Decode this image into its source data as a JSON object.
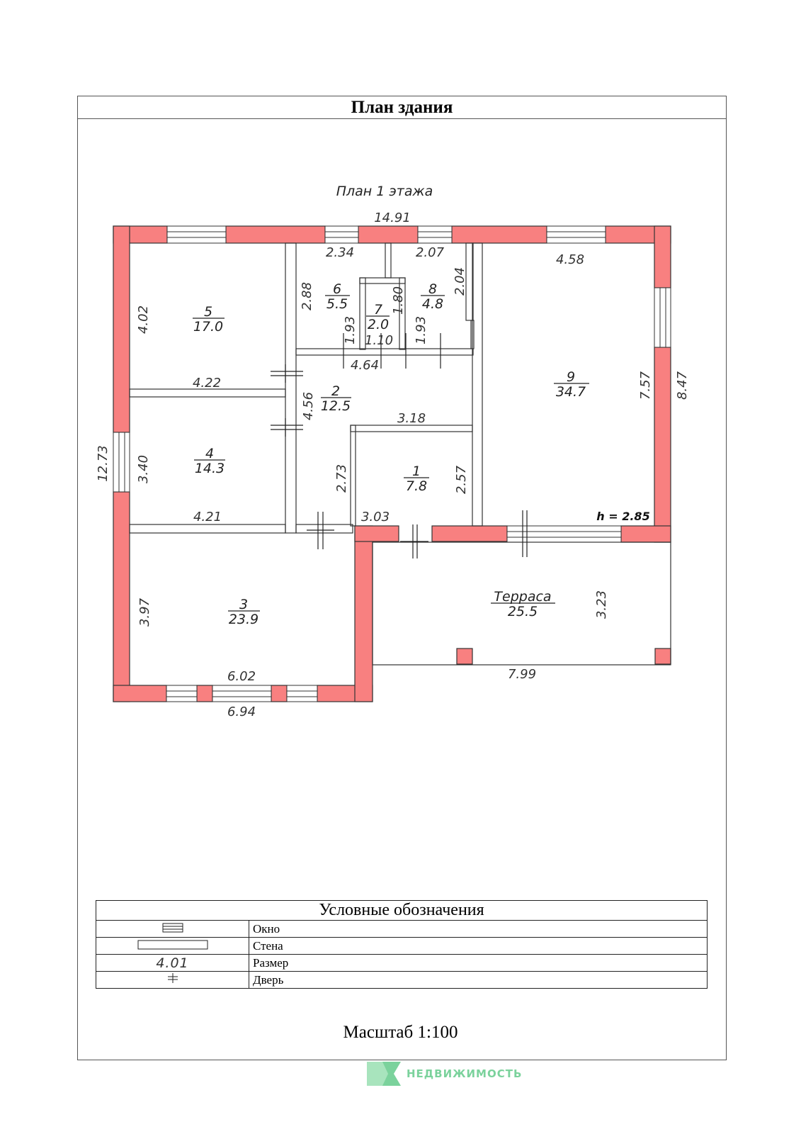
{
  "title": "План здания",
  "floor_title": "План 1 этажа",
  "ceiling_height": "h = 2.85",
  "rooms": [
    {
      "num": "5",
      "area": "17.0"
    },
    {
      "num": "6",
      "area": "5.5"
    },
    {
      "num": "7",
      "area": "2.0"
    },
    {
      "num": "8",
      "area": "4.8"
    },
    {
      "num": "9",
      "area": "34.7"
    },
    {
      "num": "2",
      "area": "12.5"
    },
    {
      "num": "4",
      "area": "14.3"
    },
    {
      "num": "1",
      "area": "7.8"
    },
    {
      "num": "3",
      "area": "23.9"
    },
    {
      "num": "Терраса",
      "area": "25.5"
    }
  ],
  "dimensions": [
    "14.91",
    "2.34",
    "2.07",
    "4.58",
    "4.02",
    "2.88",
    "1.80",
    "2.04",
    "1.93",
    "1.10",
    "1.93",
    "4.64",
    "4.22",
    "4.56",
    "3.18",
    "7.57",
    "8.47",
    "12.73",
    "3.40",
    "2.73",
    "2.57",
    "4.21",
    "3.03",
    "3.97",
    "3.23",
    "6.02",
    "7.99",
    "6.94"
  ],
  "legend": {
    "title": "Условные обозначения",
    "rows": [
      {
        "label": "Окно"
      },
      {
        "label": "Стена"
      },
      {
        "symbol_text": "4.01",
        "label": "Размер"
      },
      {
        "label": "Дверь"
      }
    ]
  },
  "scale": "Масштаб 1:100",
  "watermark": "НЕДВИЖИМОСТЬ",
  "colors": {
    "wall": "#f88080",
    "line": "#222222",
    "watermark": "#7bd29c"
  }
}
